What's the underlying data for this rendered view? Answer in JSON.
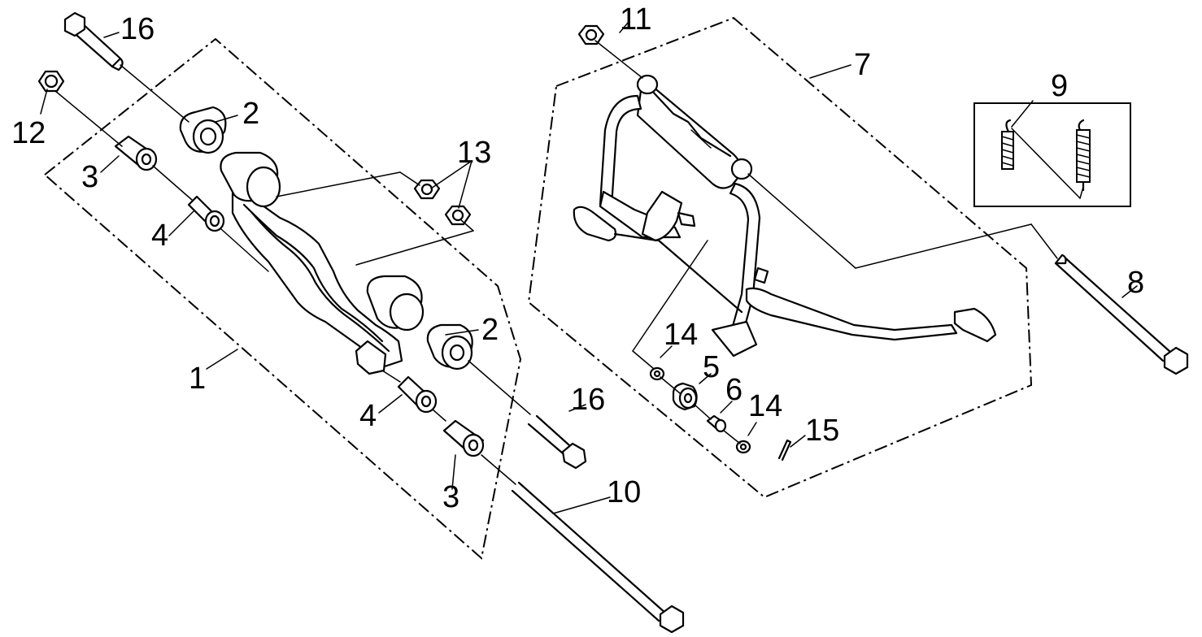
{
  "callouts": {
    "c1": "1",
    "c2a": "2",
    "c2b": "2",
    "c3a": "3",
    "c3b": "3",
    "c4a": "4",
    "c4b": "4",
    "c5": "5",
    "c6": "6",
    "c7": "7",
    "c8": "8",
    "c9": "9",
    "c10": "10",
    "c11": "11",
    "c12": "12",
    "c13": "13",
    "c14a": "14",
    "c14b": "14",
    "c15": "15",
    "c16a": "16",
    "c16b": "16"
  }
}
